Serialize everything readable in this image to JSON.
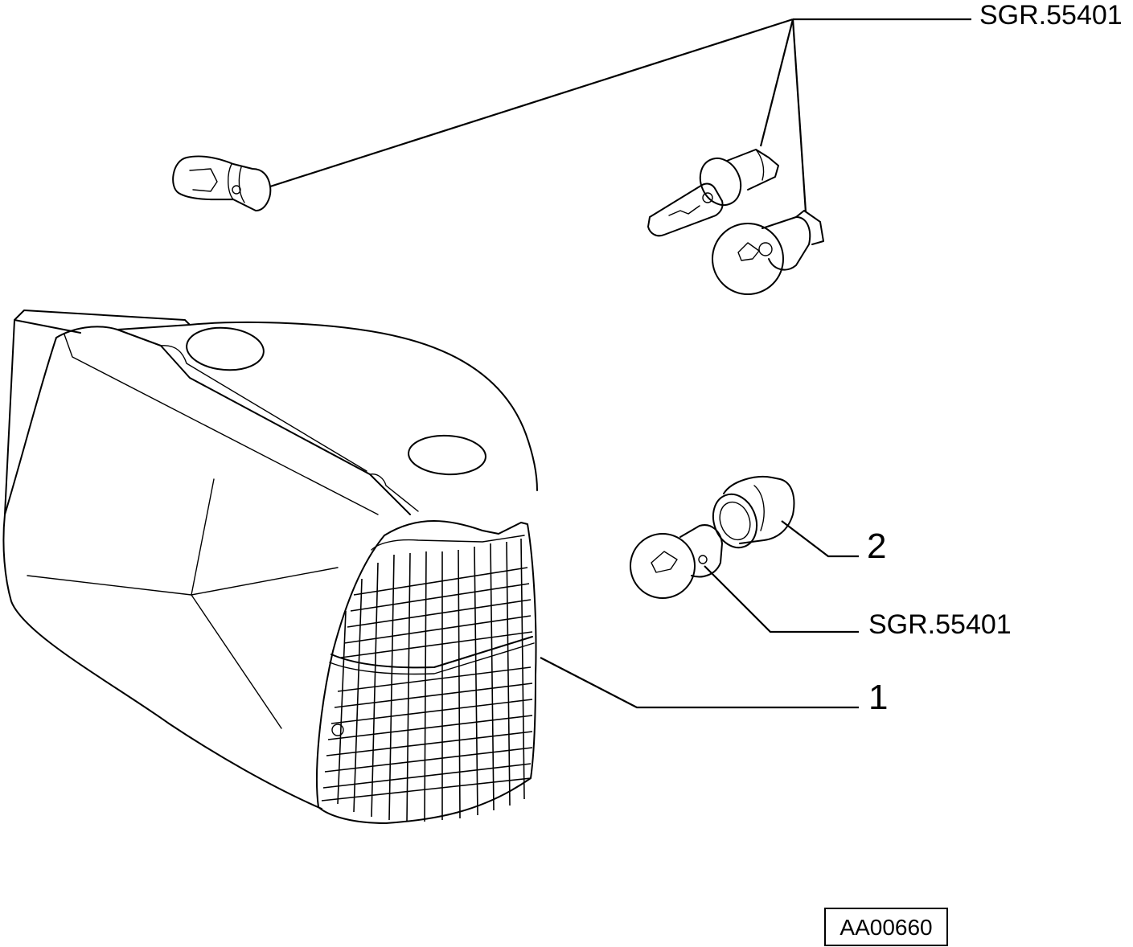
{
  "diagram": {
    "callouts": [
      {
        "id": "top-ref",
        "text": "SGR.55401"
      },
      {
        "id": "part-2",
        "text": "2"
      },
      {
        "id": "mid-ref",
        "text": "SGR.55401"
      },
      {
        "id": "part-1",
        "text": "1"
      }
    ],
    "drawing_code": "AA00660"
  }
}
